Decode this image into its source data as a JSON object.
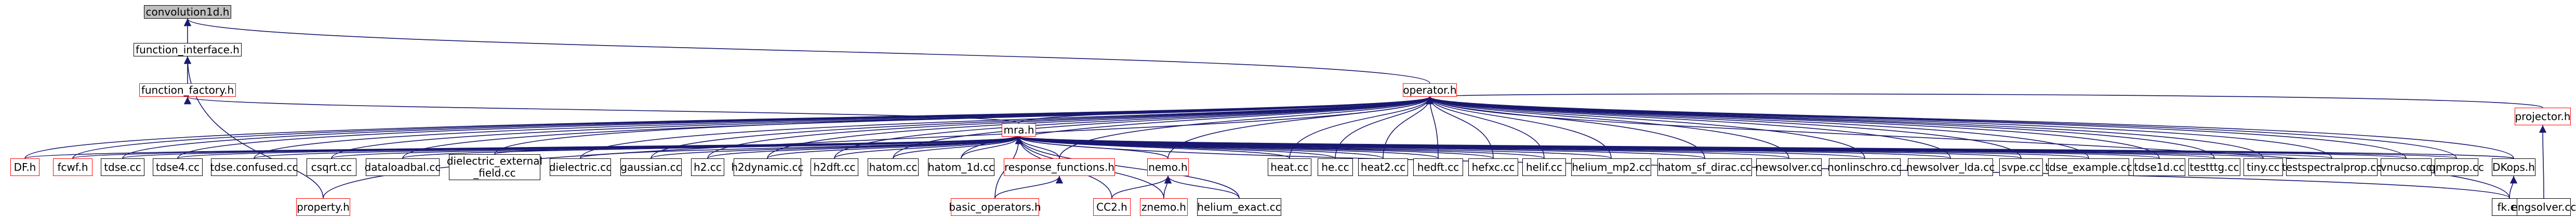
{
  "diagram": {
    "colors": {
      "edge": "#191970",
      "node_border": "#000000",
      "incomplete_border": "#ff0000",
      "root_fill": "#bfbfbf"
    },
    "nodes": {
      "convolution1d": "convolution1d.h",
      "function_interface": "function_interface.h",
      "function_factory": "function_factory.h",
      "operator": "operator.h",
      "mra": "mra.h",
      "df": "DF.h",
      "fcwf": "fcwf.h",
      "tdse": "tdse.cc",
      "tdse4": "tdse4.cc",
      "tdse_confused": "tdse.confused.cc",
      "csqrt": "csqrt.cc",
      "dataloadbal": "dataloadbal.cc",
      "dielectric_external_1": "dielectric_external",
      "dielectric_external_2": "_field.cc",
      "dielectric": "dielectric.cc",
      "gaussian": "gaussian.cc",
      "h2": "h2.cc",
      "h2dynamic": "h2dynamic.cc",
      "h2dft": "h2dft.cc",
      "hatom": "hatom.cc",
      "hatom_1d": "hatom_1d.cc",
      "response_functions": "response_functions.h",
      "nemo": "nemo.h",
      "heat": "heat.cc",
      "he": "he.cc",
      "heat2": "heat2.cc",
      "hedft": "hedft.cc",
      "hefxc": "hefxc.cc",
      "helif": "helif.cc",
      "helium_mp2": "helium_mp2.cc",
      "hatom_sf_dirac": "hatom_sf_dirac.cc",
      "newsolver": "newsolver.cc",
      "nonlinschro": "nonlinschro.cc",
      "newsolver_lda": "newsolver_lda.cc",
      "sdf_shape_tester": "svpe.cc",
      "tdse_example": "tdse_example.cc",
      "tdse1d": "tdse1d.cc",
      "testttg": "testttg.cc",
      "tiny": "tiny.cc",
      "testspectralprop": "testspectralprop.cc",
      "vnucso": "vnucso.cc",
      "qmprop": "qmprop.cc",
      "dkops": "DKops.h",
      "pcpotential": "projector.h",
      "engsolver": "engsolver.cc",
      "property": "property.h",
      "basic_operators": "basic_operators.h",
      "cc2": "CC2.h",
      "znemo": "znemo.h",
      "helium_exact": "helium_exact.cc",
      "fk": "fk.cc"
    }
  }
}
